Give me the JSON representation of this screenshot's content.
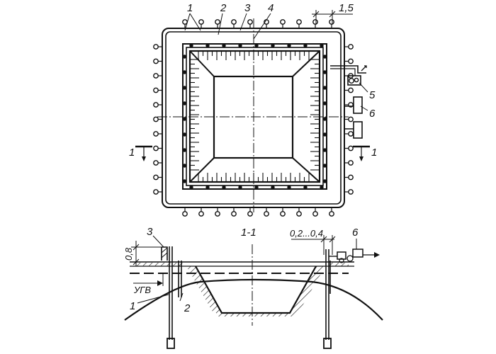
{
  "plan": {
    "labels": {
      "l1": "1",
      "l2": "2",
      "l3": "3",
      "l4": "4",
      "l5": "5",
      "l6": "6",
      "spacing": "1,5",
      "section_left": "1",
      "section_right": "1"
    }
  },
  "section": {
    "title": "1-1",
    "labels": {
      "l3": "3",
      "l6": "6",
      "l1": "1",
      "l2": "2",
      "height": "0,8",
      "offset": "0,2...0,4",
      "ugv": "УГВ"
    }
  },
  "colors": {
    "ink": "#111111",
    "paper": "#ffffff"
  }
}
